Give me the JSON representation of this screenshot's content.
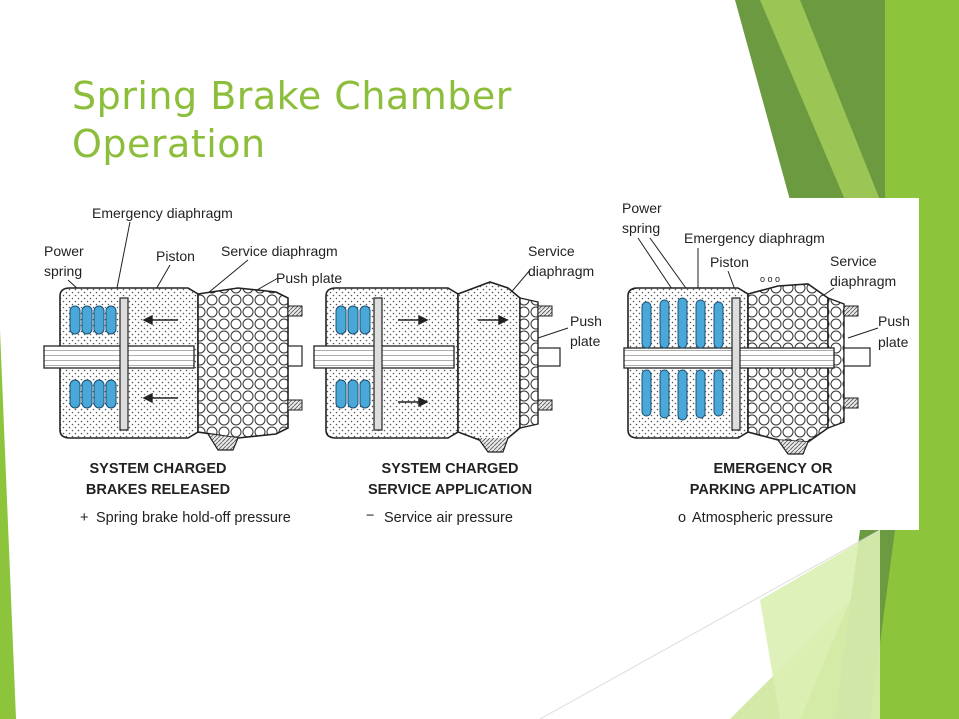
{
  "slide": {
    "title_line1": "Spring Brake Chamber",
    "title_line2": "Operation"
  },
  "colors": {
    "title": "#8cbe3c",
    "accent_dark": "#6c9a40",
    "accent_mid": "#8cc43c",
    "accent_light": "#d4e9a8",
    "spring_fill": "#4aa8d8"
  },
  "diagrams": [
    {
      "labels": {
        "emergency_diaphragm": "Emergency diaphragm",
        "power_spring_1": "Power",
        "power_spring_2": "spring",
        "piston": "Piston",
        "service_diaphragm": "Service diaphragm",
        "push_plate": "Push plate"
      },
      "caption_line1": "SYSTEM CHARGED",
      "caption_line2": "BRAKES RELEASED",
      "legend_symbol": "+",
      "legend_text": "Spring brake hold-off pressure"
    },
    {
      "labels": {
        "service_1": "Service",
        "service_2": "diaphragm",
        "push_1": "Push",
        "push_2": "plate"
      },
      "caption_line1": "SYSTEM CHARGED",
      "caption_line2": "SERVICE APPLICATION",
      "legend_symbol": "−",
      "legend_text": "Service air pressure"
    },
    {
      "labels": {
        "power_1": "Power",
        "power_2": "spring",
        "emergency_diaphragm": "Emergency diaphragm",
        "piston": "Piston",
        "service_1": "Service",
        "service_2": "diaphragm",
        "push_1": "Push",
        "push_2": "plate"
      },
      "caption_line1": "EMERGENCY OR",
      "caption_line2": "PARKING APPLICATION",
      "legend_symbol": "o",
      "legend_text": "Atmospheric pressure"
    }
  ]
}
